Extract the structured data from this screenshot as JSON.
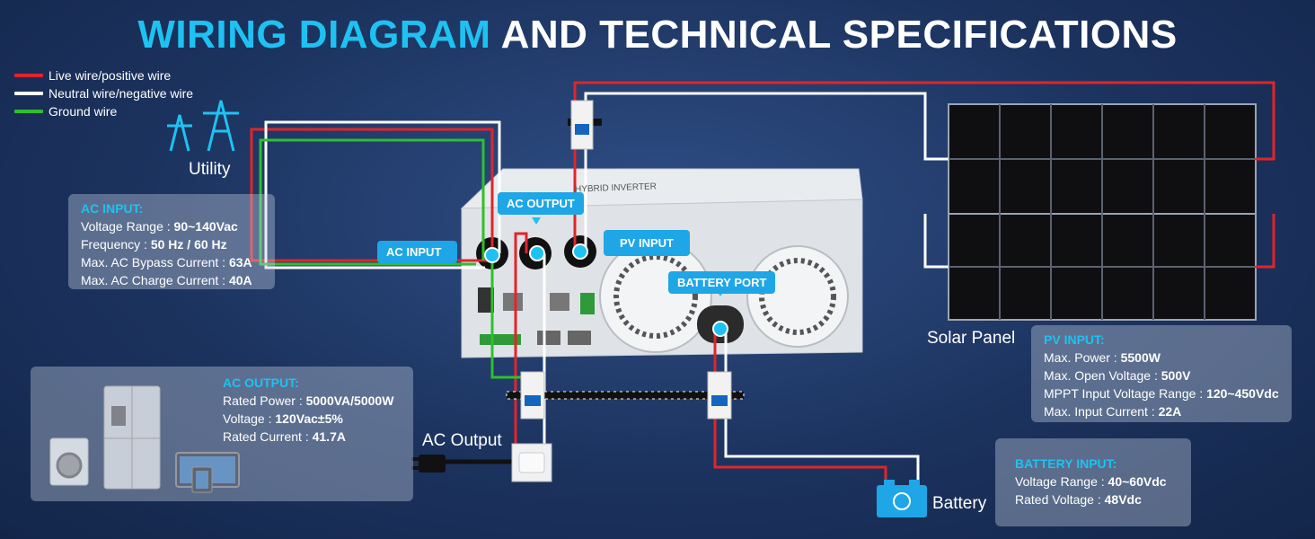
{
  "title": {
    "accent": "WIRING DIAGRAM",
    "rest": "AND TECHNICAL SPECIFICATIONS"
  },
  "legend": [
    {
      "label": "Live wire/positive wire",
      "color": "#e0252b"
    },
    {
      "label": "Neutral wire/negative wire",
      "color": "#ffffff"
    },
    {
      "label": "Ground wire",
      "color": "#2fbf2f"
    }
  ],
  "labels": {
    "utility": "Utility",
    "solar_panel": "Solar Panel",
    "ac_output": "AC Output",
    "battery": "Battery"
  },
  "tags": {
    "ac_output": "AC OUTPUT",
    "ac_input": "AC INPUT",
    "pv_input": "PV INPUT",
    "battery_port": "BATTERY PORT"
  },
  "ac_input": {
    "heading": "AC INPUT:",
    "rows": [
      {
        "label": "Voltage Range : ",
        "value": "90~140Vac"
      },
      {
        "label": "Frequency : ",
        "value": "50 Hz / 60 Hz"
      },
      {
        "label": "Max. AC Bypass Current : ",
        "value": "63A"
      },
      {
        "label": "Max. AC Charge Current : ",
        "value": "40A"
      }
    ]
  },
  "ac_output": {
    "heading": "AC OUTPUT:",
    "rows": [
      {
        "label": "Rated Power : ",
        "value": "5000VA/5000W"
      },
      {
        "label": "Voltage : ",
        "value": "120Vac±5%"
      },
      {
        "label": "Rated Current : ",
        "value": "41.7A"
      }
    ]
  },
  "pv_input": {
    "heading": "PV INPUT:",
    "rows": [
      {
        "label": "Max. Power : ",
        "value": "5500W"
      },
      {
        "label": "Max. Open Voltage : ",
        "value": "500V"
      },
      {
        "label": "MPPT Input Voltage Range : ",
        "value": "120~450Vdc"
      },
      {
        "label": "Max. Input Current :  ",
        "value": "22A"
      }
    ]
  },
  "battery_input": {
    "heading": "BATTERY INPUT:",
    "rows": [
      {
        "label": "Voltage Range : ",
        "value": "40~60Vdc"
      },
      {
        "label": "Rated Voltage : ",
        "value": "48Vdc"
      }
    ]
  },
  "inverter": {
    "label": "HYBRID INVERTER"
  },
  "colors": {
    "accent": "#1ec2f2",
    "live": "#e0252b",
    "neutral": "#ffffff",
    "ground": "#2fbf2f"
  }
}
